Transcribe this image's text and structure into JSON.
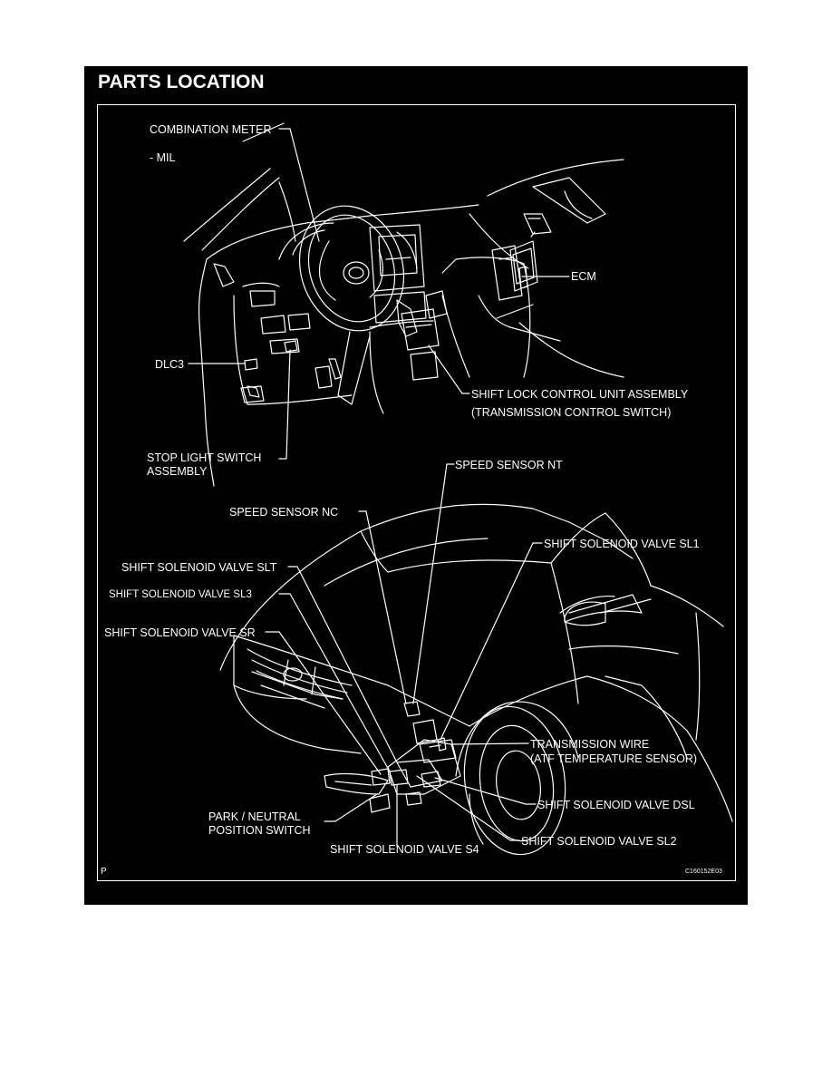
{
  "heading": "PARTS LOCATION",
  "corner_mark": "P",
  "figure_code": "C160152E03",
  "labels": {
    "combination_meter": "COMBINATION METER",
    "mil": "- MIL",
    "ecm": "ECM",
    "dlc3": "DLC3",
    "shift_lock_line1": "SHIFT LOCK CONTROL UNIT ASSEMBLY",
    "shift_lock_line2": "(TRANSMISSION CONTROL SWITCH)",
    "stop_light_line1": "STOP LIGHT SWITCH",
    "stop_light_line2": "ASSEMBLY",
    "speed_sensor_nt": "SPEED SENSOR  NT",
    "speed_sensor_nc": "SPEED SENSOR  NC",
    "valve_sl1": "SHIFT SOLENOID VALVE SL1",
    "valve_slt": "SHIFT SOLENOID VALVE SLT",
    "valve_sl3": "SHIFT SOLENOID VALVE SL3",
    "valve_sr": "SHIFT SOLENOID VALVE SR",
    "trans_wire_line1": "TRANSMISSION WIRE",
    "trans_wire_line2": "(ATF TEMPERATURE SENSOR)",
    "park_neutral_line1": "PARK / NEUTRAL",
    "park_neutral_line2": "POSITION SWITCH",
    "valve_dsl": "SHIFT SOLENOID VALVE DSL",
    "valve_sl2": "SHIFT SOLENOID VALVE SL2",
    "valve_s4": "SHIFT SOLENOID VALVE S4"
  },
  "colors": {
    "background": "#000000",
    "ink": "#ffffff"
  }
}
